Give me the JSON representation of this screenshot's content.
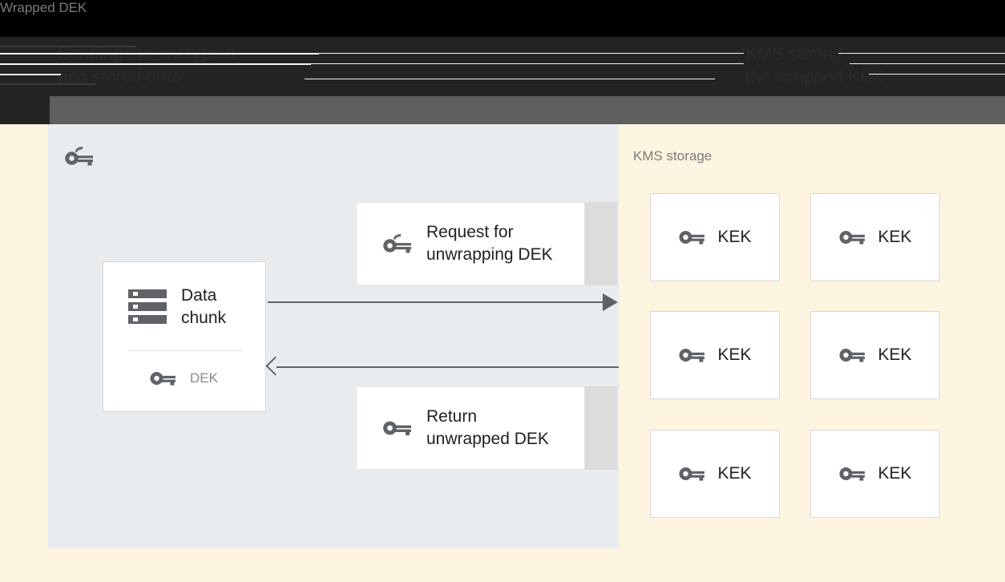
{
  "header": {
    "title_left": "Sending the encrypted\nand stored data",
    "title_right": "KMS storing\nthe wrapped KEK",
    "bar_color": "#232323",
    "band_color": "#5e5e5e"
  },
  "canvas": {
    "background": "#fdf5e0"
  },
  "left_panel": {
    "background": "#e8ecef",
    "label": "Wrapped DEK",
    "label_icon": "wrapped-key-icon",
    "data_chunk": {
      "icon": "data-chunk-icon",
      "title": "Data\nchunk",
      "key_icon": "key-icon",
      "key_label": "DEK"
    },
    "messages": [
      {
        "id": "request",
        "icon": "wrapped-key-icon",
        "text": "Request for\nunwrapping DEK"
      },
      {
        "id": "return",
        "icon": "key-icon",
        "text": "Return\nunwrapped DEK"
      }
    ],
    "arrows": [
      {
        "id": "arrow-to-kms",
        "direction": "right"
      },
      {
        "id": "arrow-from-kms",
        "direction": "left"
      }
    ]
  },
  "right_panel": {
    "background": "#fdf5e0",
    "label": "KMS storage",
    "keys": [
      {
        "icon": "key-icon",
        "label": "KEK"
      },
      {
        "icon": "key-icon",
        "label": "KEK"
      },
      {
        "icon": "key-icon",
        "label": "KEK"
      },
      {
        "icon": "key-icon",
        "label": "KEK"
      },
      {
        "icon": "key-icon",
        "label": "KEK"
      },
      {
        "icon": "key-icon",
        "label": "KEK"
      }
    ]
  },
  "colors": {
    "accent_beige": "#fdf5e0",
    "panel_gray": "#e8ecef",
    "icon_gray": "#5f6368",
    "text_dark": "#202124",
    "text_muted": "#7b7b7b"
  }
}
